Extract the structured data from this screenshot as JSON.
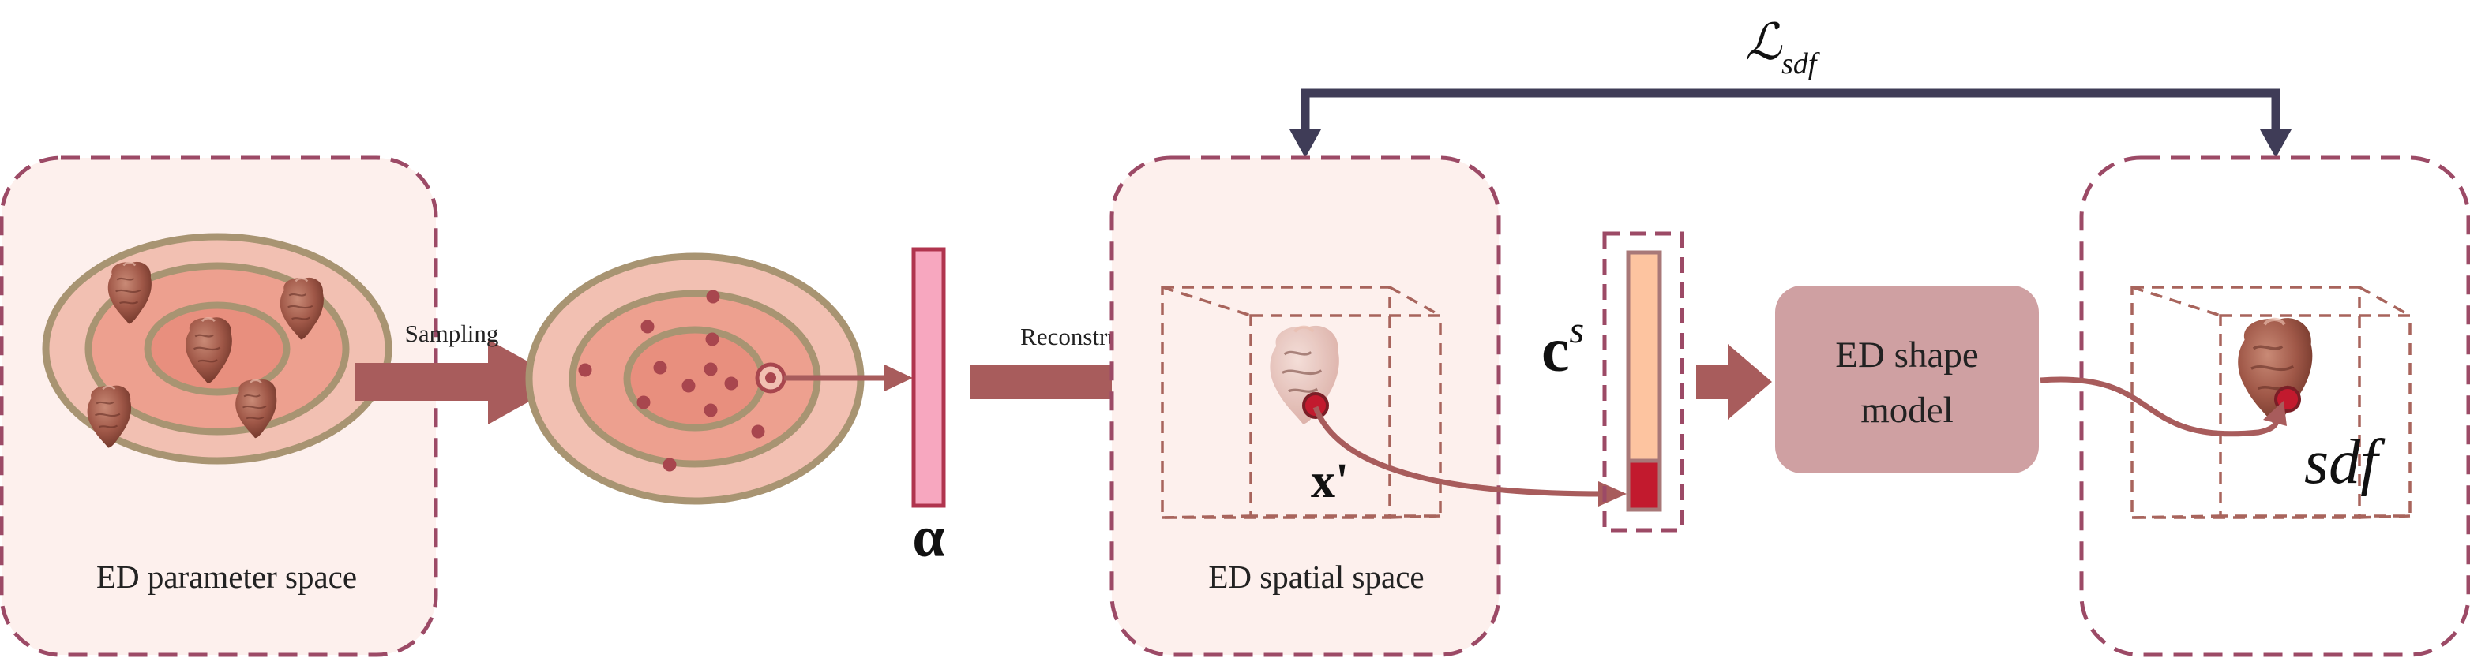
{
  "panels": {
    "parameter_space": {
      "caption": "ED parameter space"
    },
    "spatial_space": {
      "caption": "ED spatial space"
    }
  },
  "arrows": {
    "sampling_label": "Sampling",
    "reconstruction_label": "Reconstruction"
  },
  "symbols": {
    "alpha": "α",
    "c_base": "c",
    "c_sup": "s",
    "x_prime": "x'",
    "loss_base": "ℒ",
    "loss_sub": "sdf",
    "sdf": "sdf"
  },
  "shape_model": {
    "line1": "ED shape",
    "line2": "model"
  },
  "colors": {
    "panel_border": "#9c4a66",
    "panel_fill": "#fdf0ed",
    "arrow": "#a85c5c",
    "ring_outline": "#a89472",
    "ring_outer": "#f2c0b2",
    "ring_mid": "#eda08f",
    "ring_inner": "#e88f7e",
    "alpha_vector": "#f7a7bf",
    "code_top": "#fdc4a0",
    "code_bottom": "#c21a2e",
    "shape_model_box": "#cfa0a2",
    "loss_bracket": "#3f3c57",
    "heart": "#a05848"
  }
}
